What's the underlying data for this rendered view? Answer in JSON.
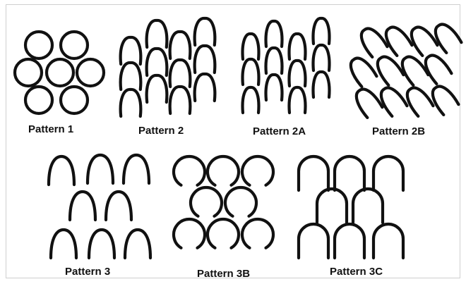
{
  "figure": {
    "labels": {
      "p1": "Pattern 1",
      "p2": "Pattern 2",
      "p2a": "Pattern 2A",
      "p2b": "Pattern 2B",
      "p3": "Pattern 3",
      "p3b": "Pattern 3B",
      "p3c": "Pattern 3C"
    },
    "colors": {
      "stroke": "#111111",
      "frame": "#cfcfcf",
      "background": "#ffffff"
    }
  }
}
